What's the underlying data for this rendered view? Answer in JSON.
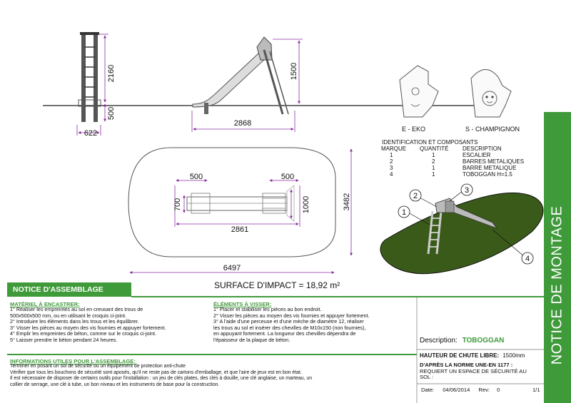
{
  "dimensions": {
    "ladder_height": "2160",
    "ladder_depth": "500",
    "ladder_width": "622",
    "slide_height": "1500",
    "slide_length": "2868",
    "plan_width_left": "500",
    "plan_width_right": "500",
    "plan_depth_left": "700",
    "plan_depth_right": "1000",
    "plan_length": "2861",
    "zone_length": "6497",
    "zone_width": "3482"
  },
  "panels": {
    "eko_label": "E - EKO",
    "champignon_label": "S - CHAMPIGNON"
  },
  "components": {
    "title": "IDENTIFICATION ET COMPOSANTS",
    "headers": [
      "MARQUE",
      "QUANTITÉ",
      "DESCRIPTION"
    ],
    "rows": [
      {
        "mark": "1",
        "qty": "1",
        "desc": "ESCALIER"
      },
      {
        "mark": "2",
        "qty": "2",
        "desc": "BARRES METALIQUES"
      },
      {
        "mark": "3",
        "qty": "1",
        "desc": "BARRE METALIQUE"
      },
      {
        "mark": "4",
        "qty": "1",
        "desc": "TOBOGGAN H=1.5"
      }
    ]
  },
  "callouts": [
    "1",
    "2",
    "3",
    "4"
  ],
  "impact_surface": "SURFACE D'IMPACT  = 18,92 m²",
  "side_title": "NOTICE DE MONTAGE",
  "assembly": {
    "header": "NOTICE D'ASSEMBLAGE",
    "materials_title": "MATÉRIEL À ENCASTRER:",
    "materials_lines": [
      "1° Réaliser les empreintes au sol en creusant des trous de",
      "500x500x500 mm, ou en utilisant le croquis ci-joint.",
      "2° Introduire les éléments dans les trous et les équilibrer.",
      "3° Visser les pièces au moyen des vis fournies et appuyer fortement.",
      "4° Emplir les empreintes de béton, comme sur le croquis ci-joint.",
      "5° Laisser prendre le béton pendant 24 heures."
    ],
    "screw_title": "ÉLÉMENTS À VISSER:",
    "screw_lines": [
      "1° Placer et stabiliser les pièces au bon endroit.",
      "2° Visser les pièces au moyen des vis fournies et appuyer fortement.",
      "3° A l'aide d'une perceuse et d'une mèche de diamètre 12, réaliser",
      "les trous au sol et insérer des chevilles de M10x150 (non fournies),",
      "en appuyant fortement. La longueur des chevilles dépendra de",
      "l'épaisseur de la plaque de béton."
    ],
    "info_title": "INFORMATIONS UTILES POUR L'ASSEMBLAGE:",
    "info_lines": [
      "Terminer en posant un sol de sécurité ou un équipement de protection anti-chute",
      "Vérifier que tous les bouchons de sécurité sont aposés, qu'il ne reste pas de cartons d'emballage, et que l'aire de jeux est en bon état.",
      "Il est nécessaire de disposer de certains outils pour l'installation : un jeu de clés plates, des clés à douille, une clé anglaise, un marteau, un",
      "collier de serrage, une clé à tube, un bon niveau et les instruments de base pour la construction."
    ]
  },
  "title_block": {
    "description_label": "Description:",
    "description_value": "TOBOGGAN",
    "fall_label": "HAUTEUR DE CHUTE LIBRE:",
    "fall_value": "1500mm",
    "norm_label": "D'APRÈS LA NORME UNE-EN 1177 :",
    "norm_text": "REQUIERT UN ESPACE DE SÉCURITÉ AU",
    "norm_text2": "SOL :",
    "date_label": "Date:",
    "date_value": "04/06/2014",
    "rev_label": "Rev:",
    "rev_value": "0",
    "page": "1/1"
  },
  "colors": {
    "accent_green": "#3f9a3a",
    "grass_green": "#3a5a1a",
    "dim_purple": "#8b2fa0"
  }
}
